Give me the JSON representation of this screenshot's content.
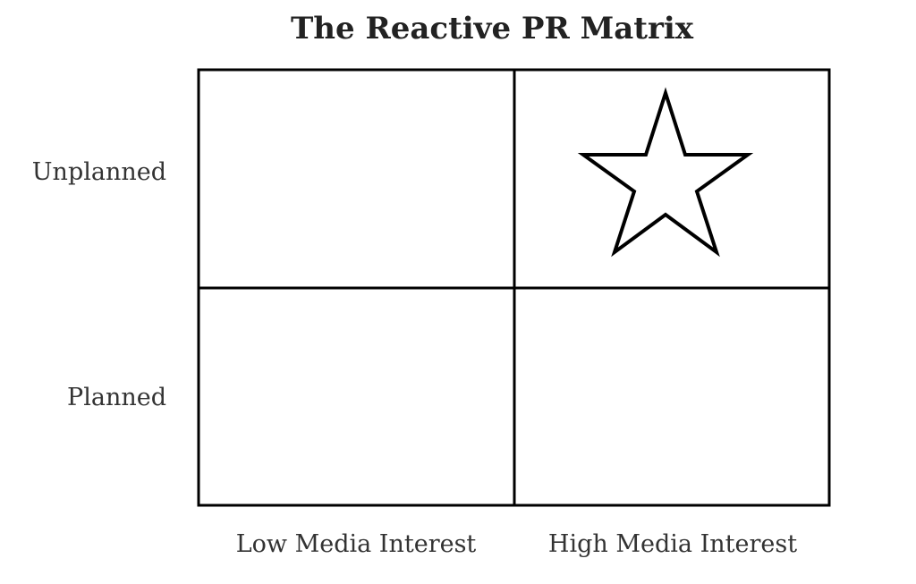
{
  "title": "The Reactive PR Matrix",
  "rows": {
    "top": "Unplanned",
    "bottom": "Planned"
  },
  "columns": {
    "left": "Low Media Interest",
    "right": "High Media Interest"
  },
  "highlight": {
    "icon": "star-icon",
    "quadrant": "Unplanned / High Media Interest"
  },
  "colors": {
    "line": "#000000",
    "text": "#222222",
    "background": "#ffffff"
  }
}
